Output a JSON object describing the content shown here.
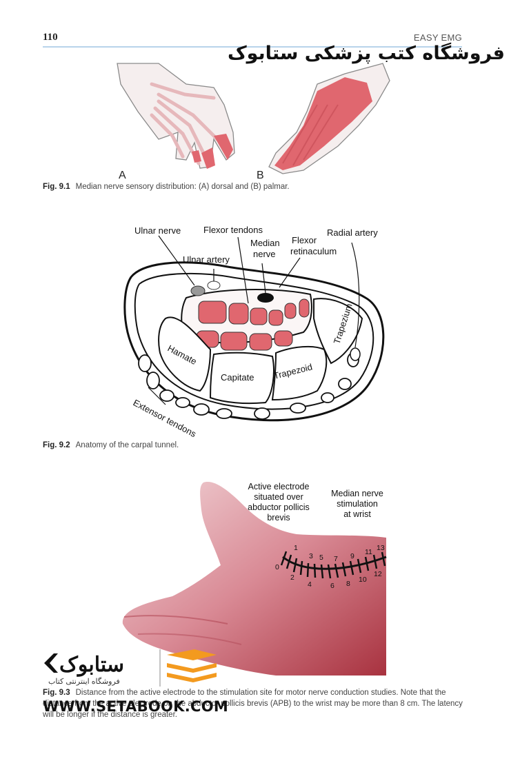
{
  "header": {
    "page_number": "110",
    "running_head": "EASY EMG",
    "store_title": "فروشگاه کتب پزشکی ستابوک"
  },
  "figure1": {
    "label_a": "A",
    "label_b": "B",
    "caption_label": "Fig. 9.1",
    "caption_text": "Median nerve sensory distribution: (A) dorsal and (B) palmar."
  },
  "figure2": {
    "labels": {
      "ulnar_nerve": "Ulnar nerve",
      "flexor_tendons": "Flexor tendons",
      "median_nerve_1": "Median",
      "median_nerve_2": "nerve",
      "flexor_retinaculum_1": "Flexor",
      "flexor_retinaculum_2": "retinaculum",
      "radial_artery": "Radial artery",
      "ulnar_artery": "Ulnar artery",
      "hamate": "Hamate",
      "capitate": "Capitate",
      "trapezoid": "Trapezoid",
      "trapezium": "Trapezium",
      "extensor_tendons": "Extensor tendons"
    },
    "caption_label": "Fig. 9.2",
    "caption_text": "Anatomy of the carpal tunnel."
  },
  "figure3": {
    "labels": {
      "active_1": "Active electrode",
      "active_2": "situated over",
      "active_3": "abductor pollicis",
      "active_4": "brevis",
      "stim_1": "Median nerve",
      "stim_2": "stimulation",
      "stim_3": "at wrist"
    },
    "scale_numbers": [
      "0",
      "1",
      "2",
      "3",
      "4",
      "5",
      "6",
      "7",
      "8",
      "9",
      "10",
      "11",
      "12",
      "13"
    ],
    "caption_label": "Fig. 9.3",
    "caption_text": "Distance from the active electrode to the stimulation site for motor nerve conduction studies. Note that the distance from the active electrode on the abductor pollicis brevis (APB) to the wrist may be more than 8 cm. The latency will be longer if the distance is greater."
  },
  "watermark": {
    "logo_latin": "ستابوک",
    "logo_subtitle": "فروشگاه اینترنتی کتاب",
    "url": "WWW.SETABOOK.COM"
  },
  "colors": {
    "highlight_red": "#e0676f",
    "rule_blue": "#b7d3ea",
    "logo_orange": "#f39a1f"
  }
}
